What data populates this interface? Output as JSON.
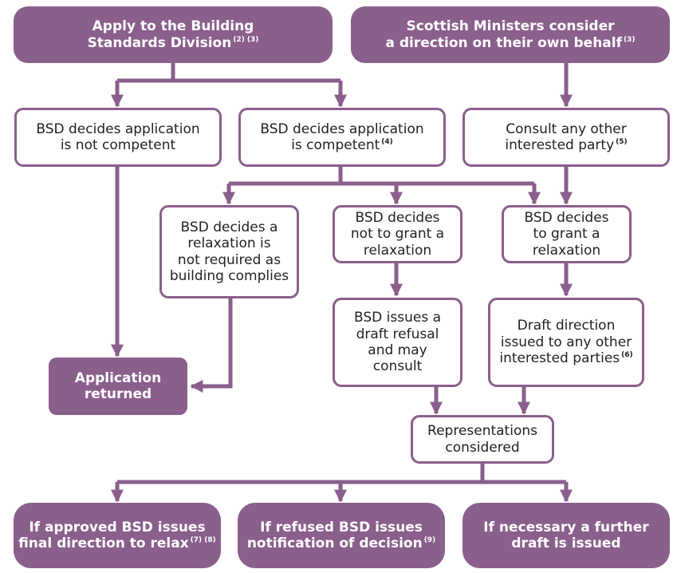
{
  "colors": {
    "accent": "#8a5f8c",
    "text": "#222222",
    "background": "#ffffff"
  },
  "nodes": {
    "apply": {
      "lines": [
        "Apply to the Building",
        "Standards Division"
      ],
      "note": "(2) (3)"
    },
    "ministers": {
      "lines": [
        "Scottish Ministers consider",
        "a direction on their own behalf"
      ],
      "note": "(3)"
    },
    "not_competent": {
      "lines": [
        "BSD decides application",
        "is not competent"
      ],
      "note": ""
    },
    "competent": {
      "lines": [
        "BSD decides application",
        "is competent"
      ],
      "note": "(4)"
    },
    "consult": {
      "lines": [
        "Consult any other",
        "interested party"
      ],
      "note": "(5)"
    },
    "not_required": {
      "lines": [
        "BSD decides a",
        "relaxation is",
        "not required as",
        "building complies"
      ],
      "note": ""
    },
    "not_grant": {
      "lines": [
        "BSD decides",
        "not to grant a",
        "relaxation"
      ],
      "note": ""
    },
    "grant": {
      "lines": [
        "BSD decides",
        "to grant a",
        "relaxation"
      ],
      "note": ""
    },
    "draft_refusal": {
      "lines": [
        "BSD issues a",
        "draft refusal",
        "and may",
        "consult"
      ],
      "note": ""
    },
    "draft_direction": {
      "lines": [
        "Draft direction",
        "issued to any other",
        "interested parties"
      ],
      "note": "(6)"
    },
    "returned": {
      "lines": [
        "Application",
        "returned"
      ],
      "note": ""
    },
    "representations": {
      "lines": [
        "Representations",
        "considered"
      ],
      "note": ""
    },
    "approved": {
      "lines": [
        "If approved BSD issues",
        "final direction to relax"
      ],
      "note": "(7) (8)"
    },
    "refused": {
      "lines": [
        "If refused BSD issues",
        "notification of decision"
      ],
      "note": "(9)"
    },
    "further": {
      "lines": [
        "If necessary a further",
        "draft is issued"
      ],
      "note": ""
    }
  }
}
